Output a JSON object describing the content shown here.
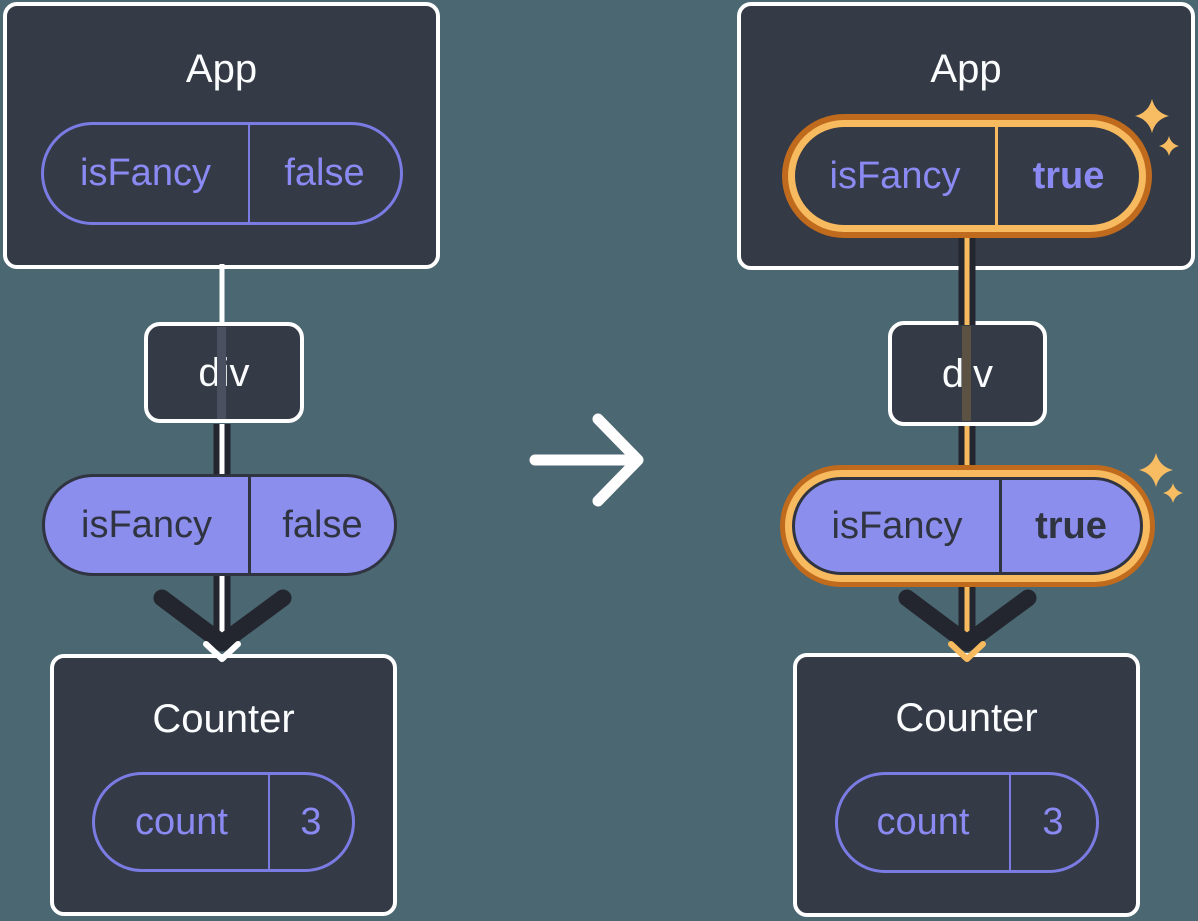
{
  "colors": {
    "background": "#4b6771",
    "node_fill": "#343a46",
    "node_border": "#ffffff",
    "purple_outline": "#7b7be4",
    "purple_text": "#8a8af2",
    "purple_fill": "#8b8eec",
    "dark_text": "#2f3440",
    "pipe_black": "#23262f",
    "line_white": "#ffffff",
    "orange_dark": "#c06a1d",
    "orange_light": "#f7ba5e",
    "sparkle": "#f8bd63"
  },
  "left": {
    "app": {
      "title": "App",
      "prop": {
        "name": "isFancy",
        "value": "false"
      }
    },
    "div": {
      "label": "div"
    },
    "passed_prop": {
      "name": "isFancy",
      "value": "false"
    },
    "counter": {
      "title": "Counter",
      "state": {
        "name": "count",
        "value": "3"
      }
    }
  },
  "right": {
    "app": {
      "title": "App",
      "prop": {
        "name": "isFancy",
        "value": "true"
      }
    },
    "div": {
      "label": "div"
    },
    "passed_prop": {
      "name": "isFancy",
      "value": "true"
    },
    "counter": {
      "title": "Counter",
      "state": {
        "name": "count",
        "value": "3"
      }
    }
  }
}
